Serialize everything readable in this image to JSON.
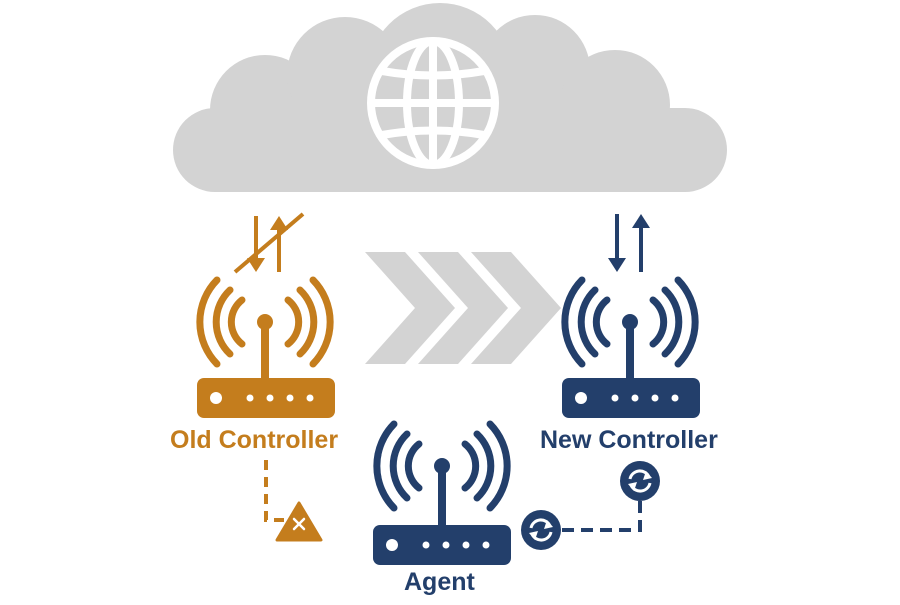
{
  "colors": {
    "cloud": "#d3d3d3",
    "old": "#c47d1d",
    "new": "#233f6b",
    "arrows": "#d3d3d3",
    "background": "#ffffff"
  },
  "labels": {
    "old_controller": "Old Controller",
    "new_controller": "New Controller",
    "agent": "Agent"
  },
  "icons": {
    "cloud": "cloud-icon",
    "globe": "globe-icon",
    "old_link": "up-down-arrows-crossed-icon",
    "new_link": "up-down-arrows-icon",
    "migration": "chevron-right-icon",
    "warning": "warning-triangle-x-icon",
    "sync": "sync-icon",
    "router": "wireless-router-icon"
  }
}
